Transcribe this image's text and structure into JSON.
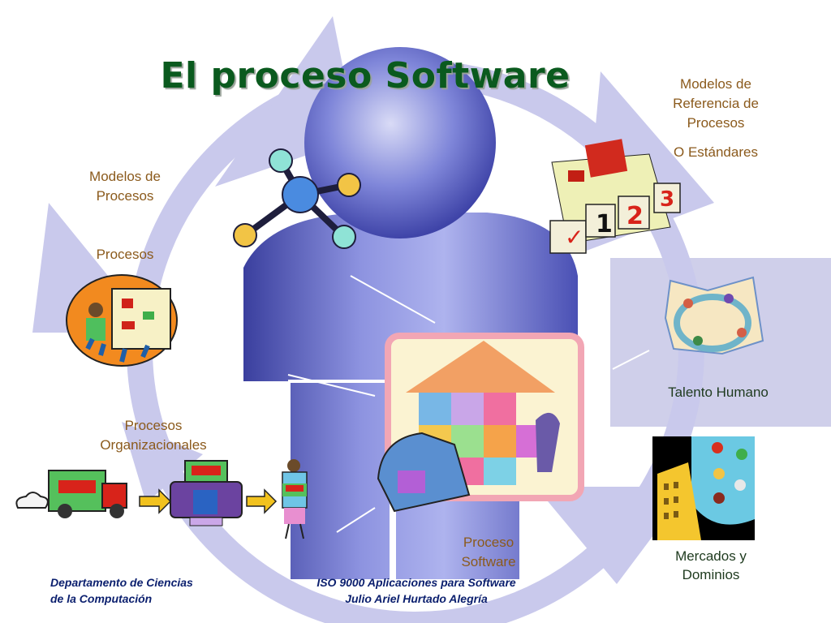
{
  "slide": {
    "title": "El proceso Software",
    "labels": {
      "modelos_referencia": "Modelos de Referencia de Procesos",
      "estandares": "O Estándares",
      "modelos_procesos": "Modelos de Procesos",
      "procesos": "Procesos",
      "procesos_organizacionales": "Procesos Organizacionales",
      "talento_humano": "Talento Humano",
      "mercados_dominios": "Mercados y Dominios",
      "proceso_software": "Proceso Software"
    },
    "footer": {
      "left_line1": "Departamento de Ciencias",
      "left_line2": "de la Computación",
      "center_line1": "ISO 9000 Aplicaciones para Software",
      "center_line2": "Julio Ariel Hurtado Alegría"
    },
    "calendar_numbers": [
      "1",
      "2",
      "3"
    ],
    "check_mark": "✓"
  },
  "colors": {
    "title": "#0a5a1e",
    "label_brown": "#8b5a1c",
    "footer_blue": "#0b1f6e",
    "ring": "#c9c9ec",
    "figure": "#5a60c8"
  },
  "icons": [
    "molecule-icon",
    "calendar-icon",
    "presenter-icon",
    "people-circle-icon",
    "puzzle-house-icon",
    "market-icon",
    "truck-icon",
    "machine-icon",
    "arrow-icon",
    "person-holding-icon"
  ]
}
